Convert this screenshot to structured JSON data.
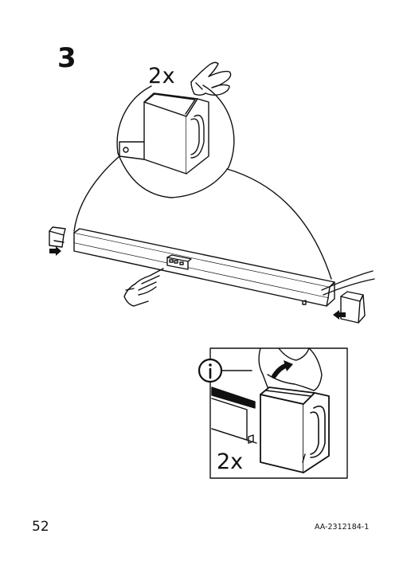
{
  "step": {
    "number": "3"
  },
  "main_illustration": {
    "quantity_label": "2x"
  },
  "info_panel": {
    "quantity_label": "2x",
    "icon": "info-icon"
  },
  "footer": {
    "page_number": "52",
    "document_code": "AA-2312184-1"
  }
}
